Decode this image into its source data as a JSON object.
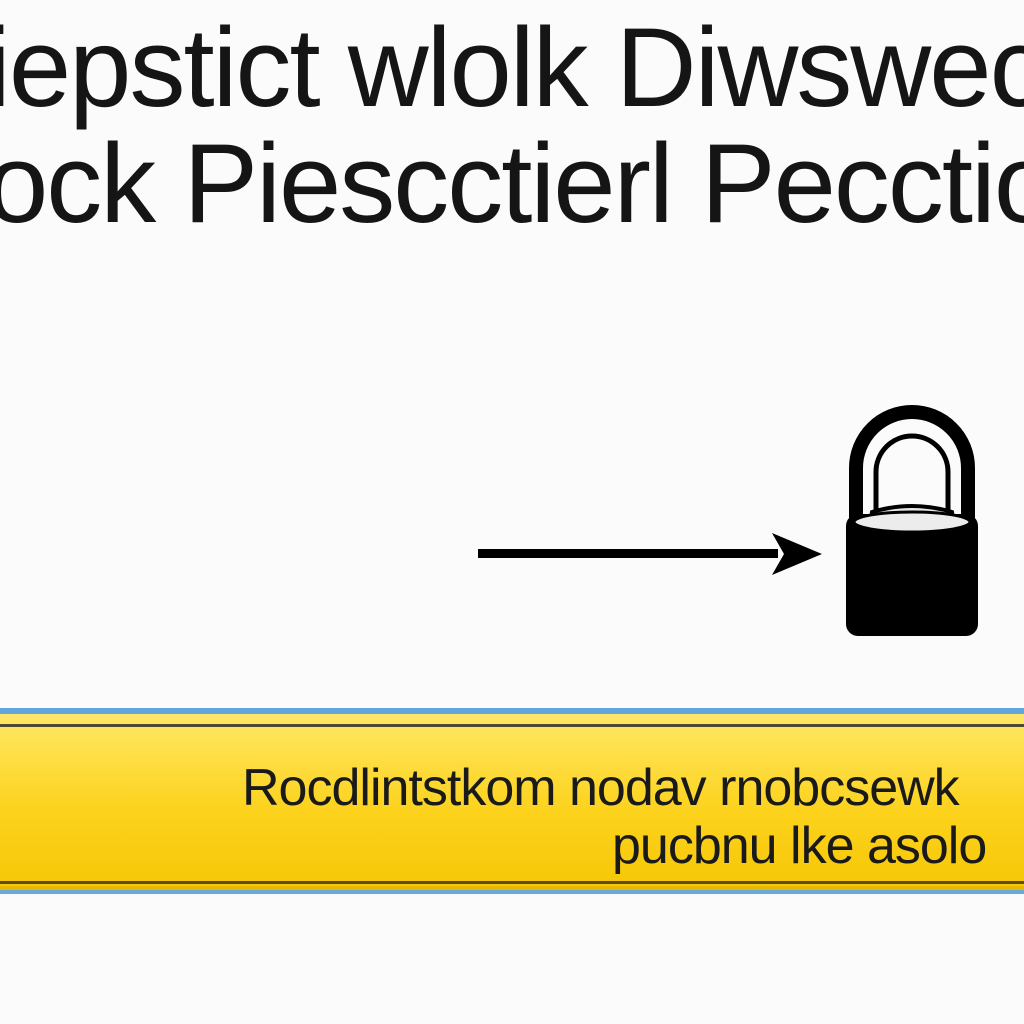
{
  "header": {
    "line1": "iepstict wlolk Diwswec",
    "line2": "ock Piescctierl Pecctio"
  },
  "graphic": {
    "arrow_icon": "arrow-right-icon",
    "lock_icon": "padlock-icon"
  },
  "banner": {
    "line1": "Rocdlintstkom nodav rnobcsewk",
    "line2": "pucbnu lke asolo"
  },
  "colors": {
    "background": "#fbfbfb",
    "text": "#151515",
    "banner_yellow": "#fcd21c",
    "banner_border_blue": "#62a6e0",
    "icon": "#000000"
  }
}
